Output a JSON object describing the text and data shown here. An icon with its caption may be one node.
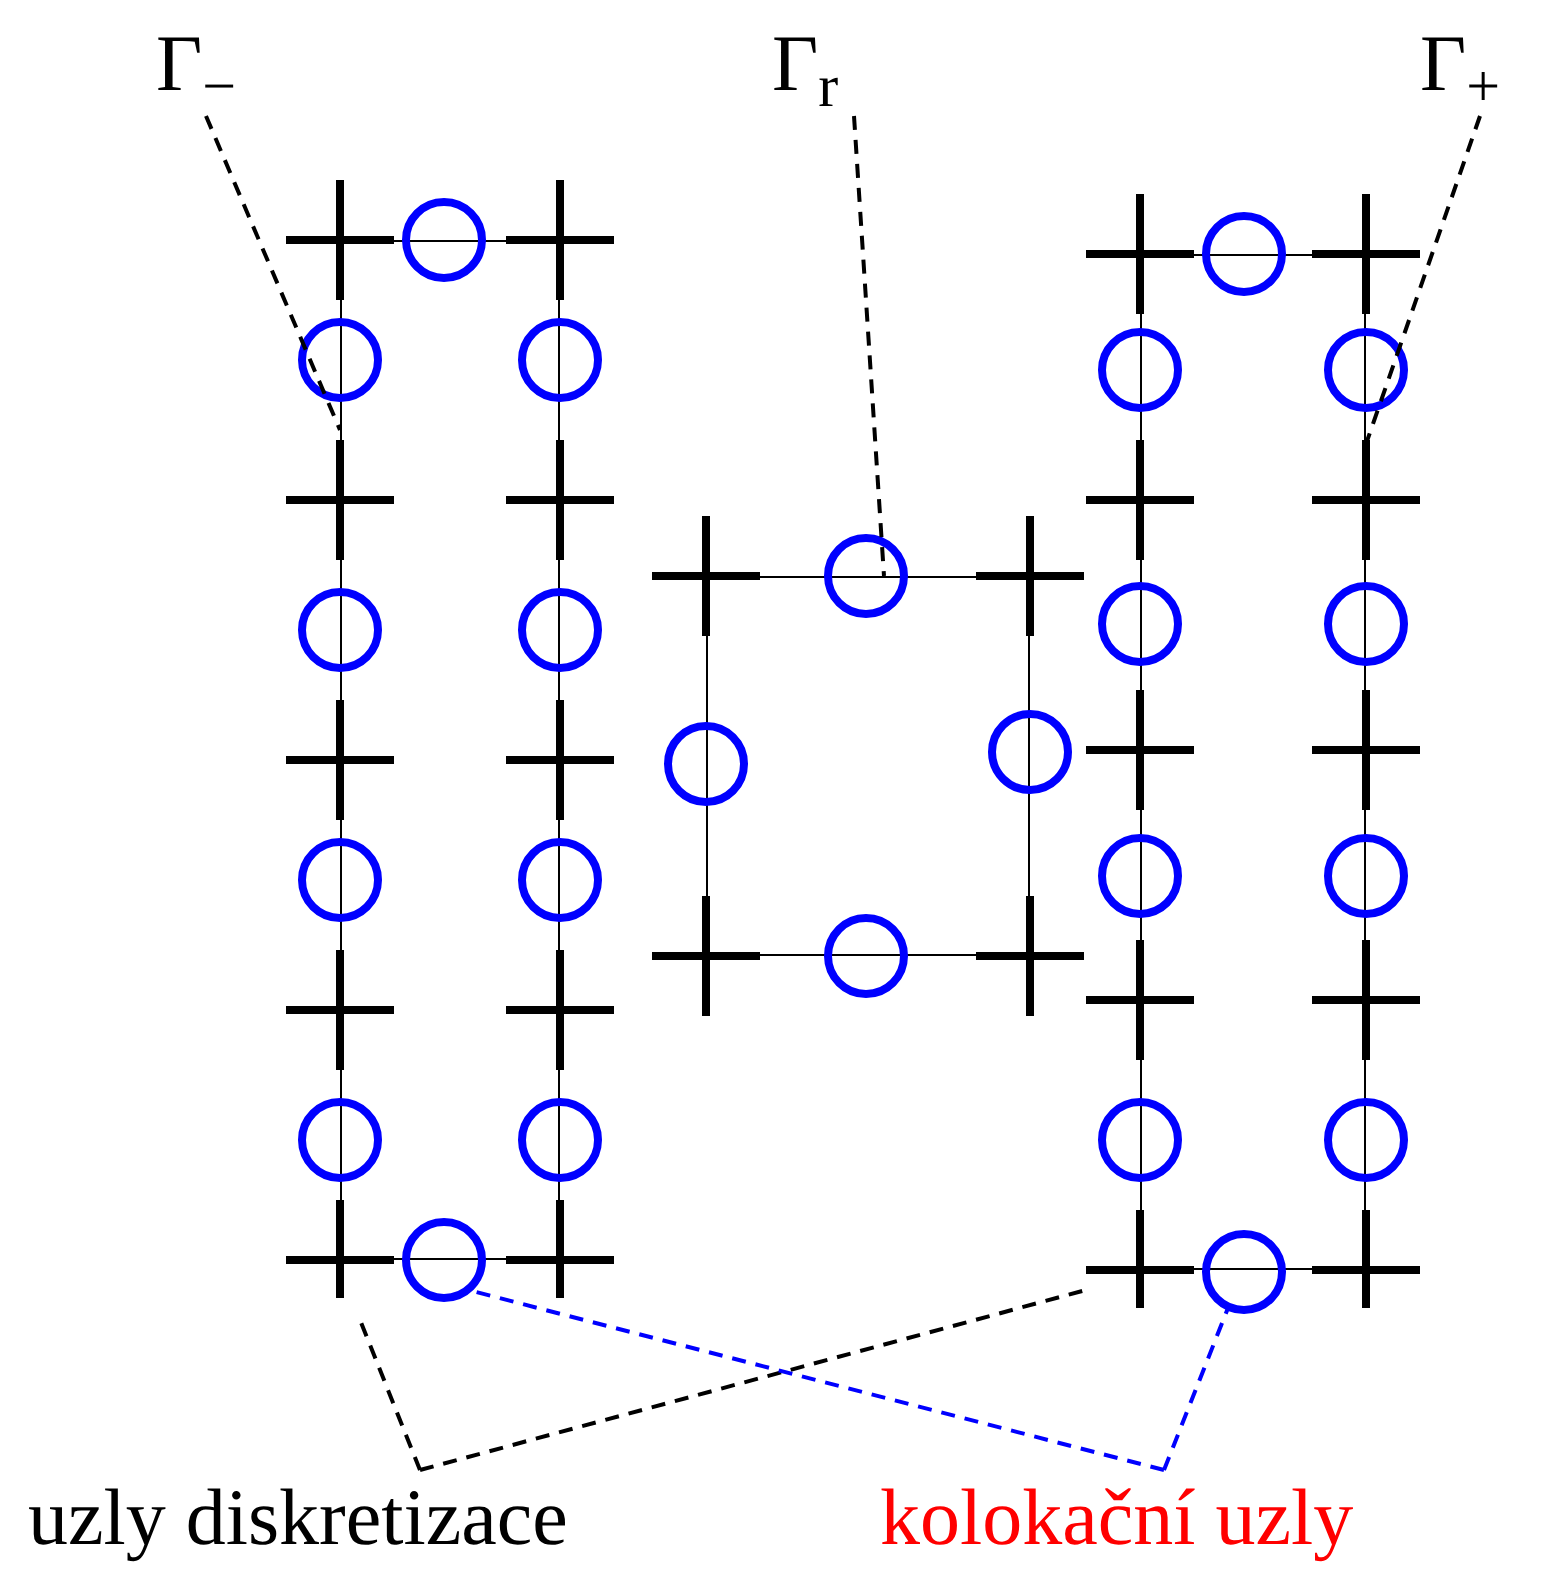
{
  "diagram": {
    "nodes": [
      {
        "text": [
          "Γ$_{−}$"
        ]
      },
      {
        "text": [
          "Γ$_{r}$"
        ]
      },
      {
        "text": [
          "Γ$_{+}$"
        ]
      },
      {
        "text": [],
        "shape": "box"
      },
      {
        "text": [],
        "shape": "box"
      },
      {
        "text": [],
        "shape": "box"
      },
      {
        "text": [],
        "shape": "cross"
      },
      {
        "text": [],
        "shape": "circle"
      },
      {
        "text": [],
        "shape": "cross"
      },
      {
        "text": [],
        "shape": "circle"
      },
      {
        "text": [
          "uzly diskretizace"
        ]
      },
      {
        "text": [
          "kolokační uzly"
        ]
      }
    ],
    "edges": [
      {
        "from": 0,
        "to": 3,
        "arrow": "none",
        "style": "dashed"
      },
      {
        "from": 1,
        "to": 4,
        "arrow": "none",
        "style": "dashed"
      },
      {
        "from": 2,
        "to": 5,
        "arrow": "none",
        "style": "dashed"
      },
      {
        "from": 10,
        "to": 6,
        "arrow": "none",
        "style": "dashed"
      },
      {
        "from": 10,
        "to": 8,
        "arrow": "none",
        "style": "dashed"
      },
      {
        "from": 11,
        "to": 7,
        "arrow": "none",
        "style": "dashed",
        "color": "#0000ff"
      },
      {
        "from": 11,
        "to": 9,
        "arrow": "none",
        "style": "dashed",
        "color": "#0000ff"
      }
    ]
  }
}
